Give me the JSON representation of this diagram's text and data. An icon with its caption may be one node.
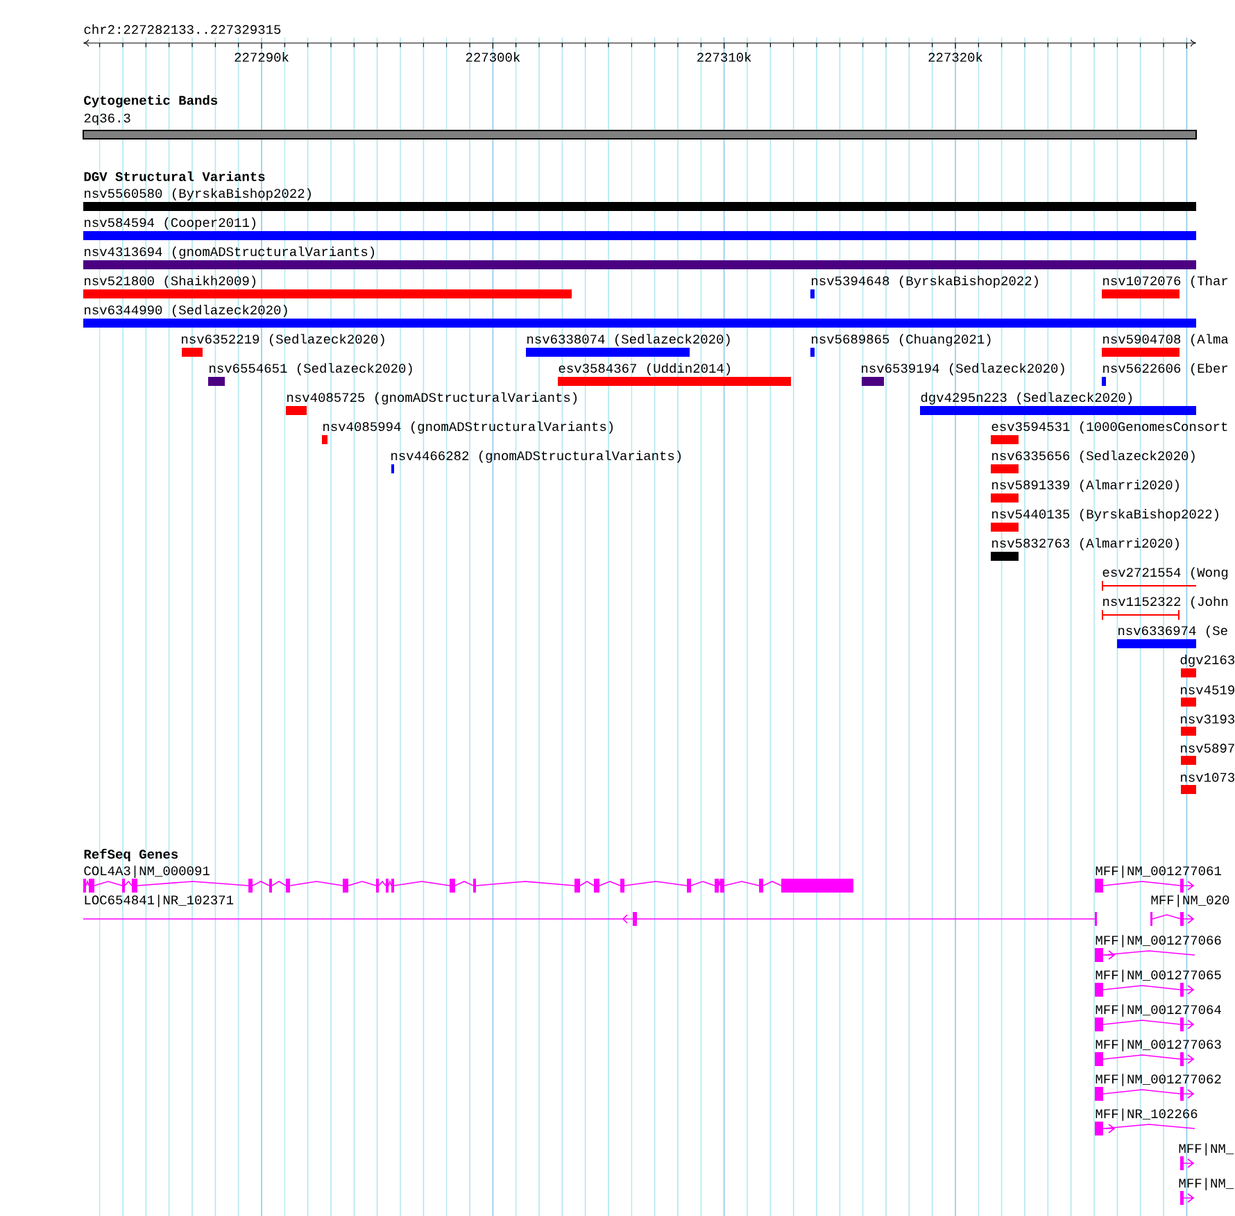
{
  "diagram": {
    "labels": [
      "chr2:227282133..227329315",
      "227290k",
      "227300k",
      "227310k",
      "227320k",
      "Cytogenetic Bands",
      "2q36.3",
      "DGV Structural Variants",
      "nsv5560580 (ByrskaBishop2022)",
      "nsv584594 (Cooper2011)",
      "nsv4313694 (gnomADStructuralVariants)",
      "nsv521800 (Shaikh2009)",
      "nsv5394648 (ByrskaBishop2022)",
      "nsv1072076 (Thar",
      "nsv6344990 (Sedlazeck2020)",
      "nsv6352219 (Sedlazeck2020)",
      "nsv6338074 (Sedlazeck2020)",
      "nsv5689865 (Chuang2021)",
      "nsv5904708 (Alma",
      "nsv6554651 (Sedlazeck2020)",
      "esv3584367 (Uddin2014)",
      "nsv6539194 (Sedlazeck2020)",
      "nsv5622606 (Eber",
      "nsv4085725 (gnomADStructuralVariants)",
      "dgv4295n223 (Sedlazeck2020)",
      "nsv4085994 (gnomADStructuralVariants)",
      "esv3594531 (1000GenomesConsort",
      "nsv4466282 (gnomADStructuralVariants)",
      "nsv6335656 (Sedlazeck2020)",
      "nsv5891339 (Almarri2020)",
      "nsv5440135 (ByrskaBishop2022)",
      "nsv5832763 (Almarri2020)",
      "esv2721554 (Wong",
      "nsv1152322 (John",
      "nsv6336974 (Se",
      "dgv2163",
      "nsv4519",
      "nsv3193",
      "nsv5897",
      "nsv1073",
      "RefSeq Genes",
      "COL4A3|NM_000091",
      "LOC654841|NR_102371",
      "MFF|NM_001277061",
      "MFF|NM_020",
      "MFF|NM_001277066",
      "MFF|NM_001277065",
      "MFF|NM_001277064",
      "MFF|NM_001277063",
      "MFF|NM_001277062",
      "MFF|NR_102266",
      "MFF|NM_",
      "MFF|NM_"
    ]
  }
}
